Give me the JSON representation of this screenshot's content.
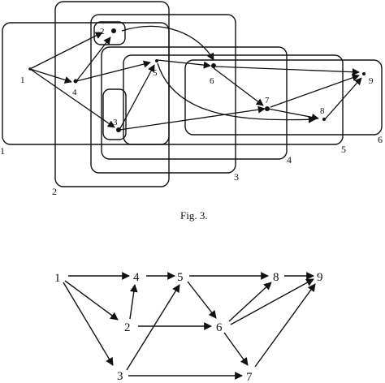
{
  "figure": {
    "caption": "Fig. 3.",
    "box_labels": [
      "1",
      "2",
      "3",
      "4",
      "5",
      "6"
    ],
    "top_node_labels": [
      "1",
      "2",
      "3",
      "4",
      "5",
      "6",
      "7",
      "8",
      "9"
    ],
    "bottom_node_labels": [
      "1",
      "2",
      "3",
      "4",
      "5",
      "6",
      "7",
      "8",
      "9"
    ]
  }
}
